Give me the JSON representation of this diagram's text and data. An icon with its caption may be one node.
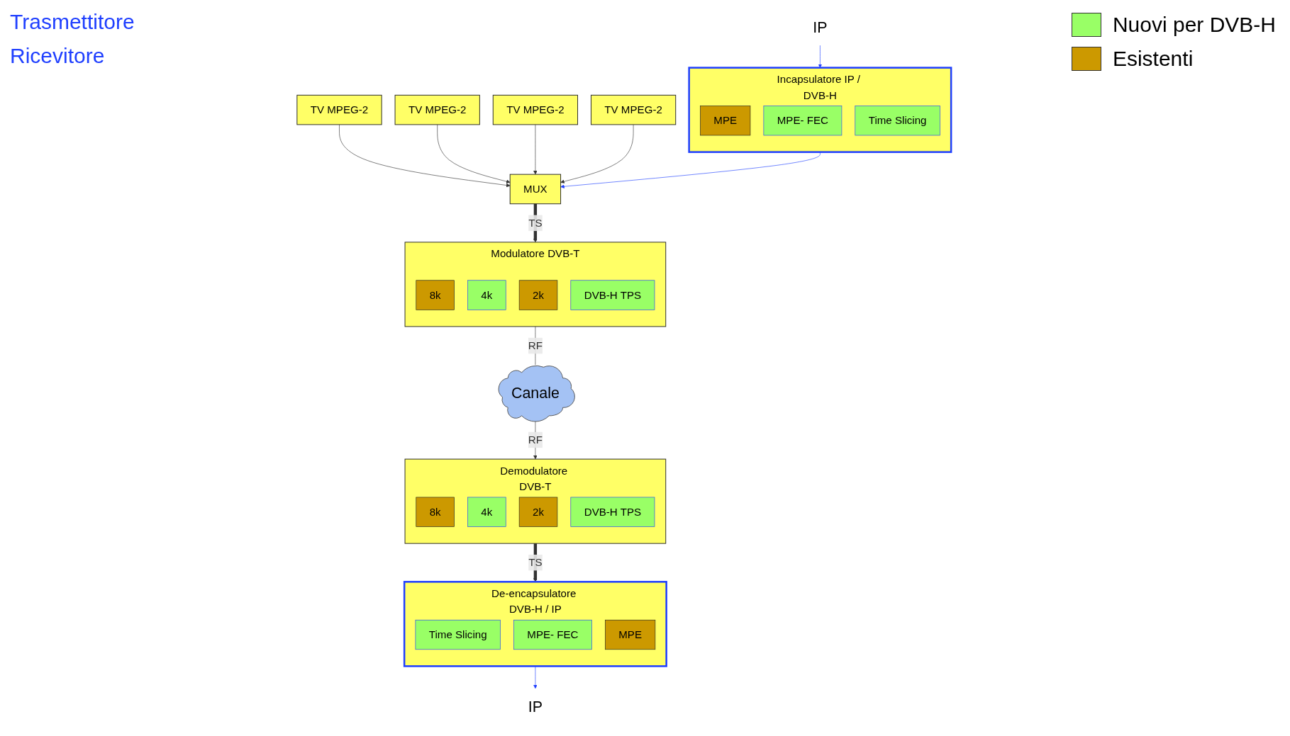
{
  "diagram": {
    "nodes": [
      {
        "text": [
          "TV MPEG-2"
        ]
      },
      {
        "text": [
          "TV MPEG-2"
        ]
      },
      {
        "text": [
          "TV MPEG-2"
        ]
      },
      {
        "text": [
          "TV MPEG-2"
        ]
      },
      {
        "text": [
          "MUX"
        ]
      },
      {
        "text": [
          "Modulatore DVB-T"
        ]
      },
      {
        "text": [
          "8k"
        ],
        "in": 5
      },
      {
        "text": [
          "4k"
        ],
        "in": 5
      },
      {
        "text": [
          "2k"
        ],
        "in": 5
      },
      {
        "text": [
          "DVB-H TPS"
        ],
        "in": 5
      },
      {
        "text": [
          "IP"
        ]
      },
      {
        "text": [
          "Incapsulatore IP / DVB-H"
        ]
      },
      {
        "text": [
          "MPE"
        ],
        "in": 11
      },
      {
        "text": [
          "MPE- FEC"
        ],
        "in": 11
      },
      {
        "text": [
          "Time Slicing"
        ],
        "in": 11
      },
      {
        "text": [
          "Canale"
        ]
      },
      {
        "text": [
          "Demodulatore DVB-T"
        ]
      },
      {
        "text": [
          "8k"
        ],
        "in": 16
      },
      {
        "text": [
          "4k"
        ],
        "in": 16
      },
      {
        "text": [
          "2k"
        ],
        "in": 16
      },
      {
        "text": [
          "DVB-H TPS"
        ],
        "in": 16
      },
      {
        "text": [
          "De-encapsulatore DVB-H / IP"
        ]
      },
      {
        "text": [
          "Time Slicing"
        ],
        "in": 21
      },
      {
        "text": [
          "MPE- FEC"
        ],
        "in": 21
      },
      {
        "text": [
          "MPE"
        ],
        "in": 21
      },
      {
        "text": [
          "IP"
        ]
      }
    ],
    "edges": [
      {
        "from": 0,
        "to": 4,
        "arrow": "to"
      },
      {
        "from": 1,
        "to": 4,
        "arrow": "to"
      },
      {
        "from": 2,
        "to": 4,
        "arrow": "to"
      },
      {
        "from": 3,
        "to": 4,
        "arrow": "to"
      },
      {
        "from": 10,
        "to": 11,
        "arrow": "to",
        "color": "#1f3fff"
      },
      {
        "from": 11,
        "to": 4,
        "arrow": "to",
        "color": "#1f3fff"
      },
      {
        "from": 4,
        "to": 5,
        "arrow": "to",
        "label": "TS",
        "style": "thick"
      },
      {
        "from": 5,
        "to": 15,
        "arrow": "none",
        "label": "RF"
      },
      {
        "from": 15,
        "to": 16,
        "arrow": "to",
        "label": "RF"
      },
      {
        "from": 16,
        "to": 21,
        "arrow": "to",
        "label": "TS",
        "style": "thick"
      },
      {
        "from": 21,
        "to": 25,
        "arrow": "to",
        "color": "#1f3fff"
      }
    ],
    "labels": [
      "Trasmettitore",
      "Ricevitore"
    ],
    "legend": [
      {
        "text": "Nuovi per DVB-H",
        "color": "#99ff66"
      },
      {
        "text": "Esistenti",
        "color": "#cc9900"
      }
    ]
  }
}
